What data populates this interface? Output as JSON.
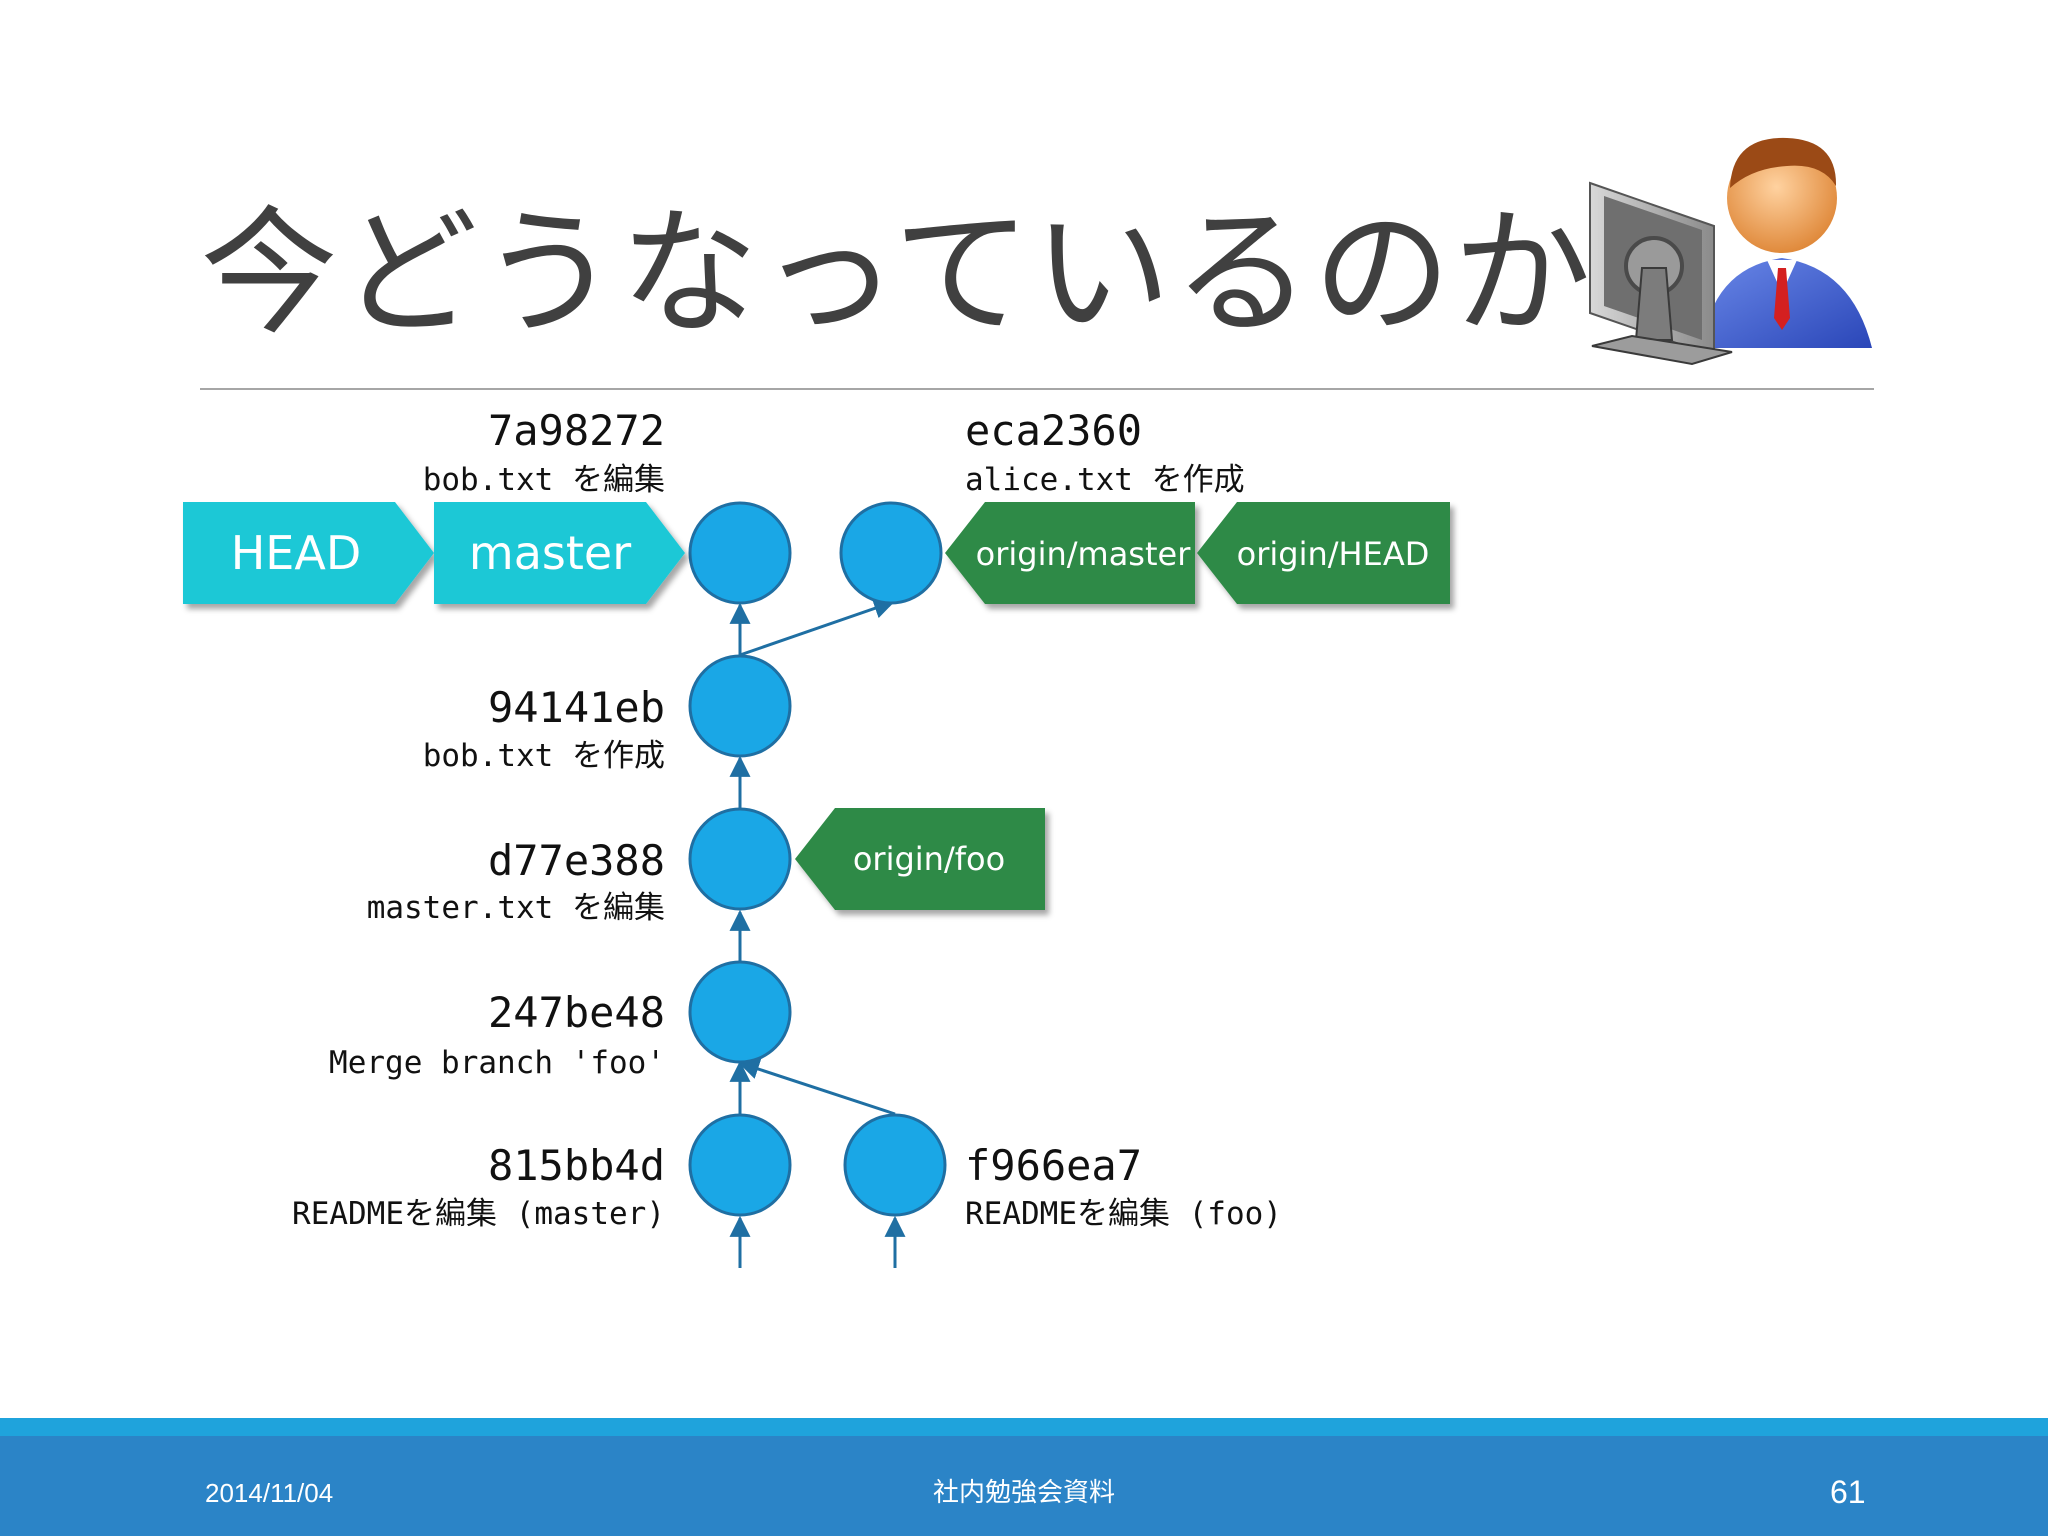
{
  "slide": {
    "title": "今どうなっているのか",
    "icon": "user-at-computer-icon"
  },
  "refs": {
    "head": "HEAD",
    "master": "master",
    "origin_master": "origin/master",
    "origin_head": "origin/HEAD",
    "origin_foo": "origin/foo"
  },
  "commits": [
    {
      "hash": "7a98272",
      "message": "bob.txt を編集"
    },
    {
      "hash": "eca2360",
      "message": "alice.txt を作成"
    },
    {
      "hash": "94141eb",
      "message": "bob.txt を作成"
    },
    {
      "hash": "d77e388",
      "message": "master.txt を編集"
    },
    {
      "hash": "247be48",
      "message": "Merge branch 'foo'"
    },
    {
      "hash": "815bb4d",
      "message": "READMEを編集 (master)"
    },
    {
      "hash": "f966ea7",
      "message": "READMEを編集 (foo)"
    }
  ],
  "footer": {
    "date": "2014/11/04",
    "center": "社内勉強会資料",
    "page": "61"
  },
  "colors": {
    "commit_node": "#1aa7e6",
    "local_ref": "#1ec8d6",
    "remote_ref": "#2e8a46",
    "edge": "#1f6fa3",
    "footer": "#2b84c7"
  }
}
